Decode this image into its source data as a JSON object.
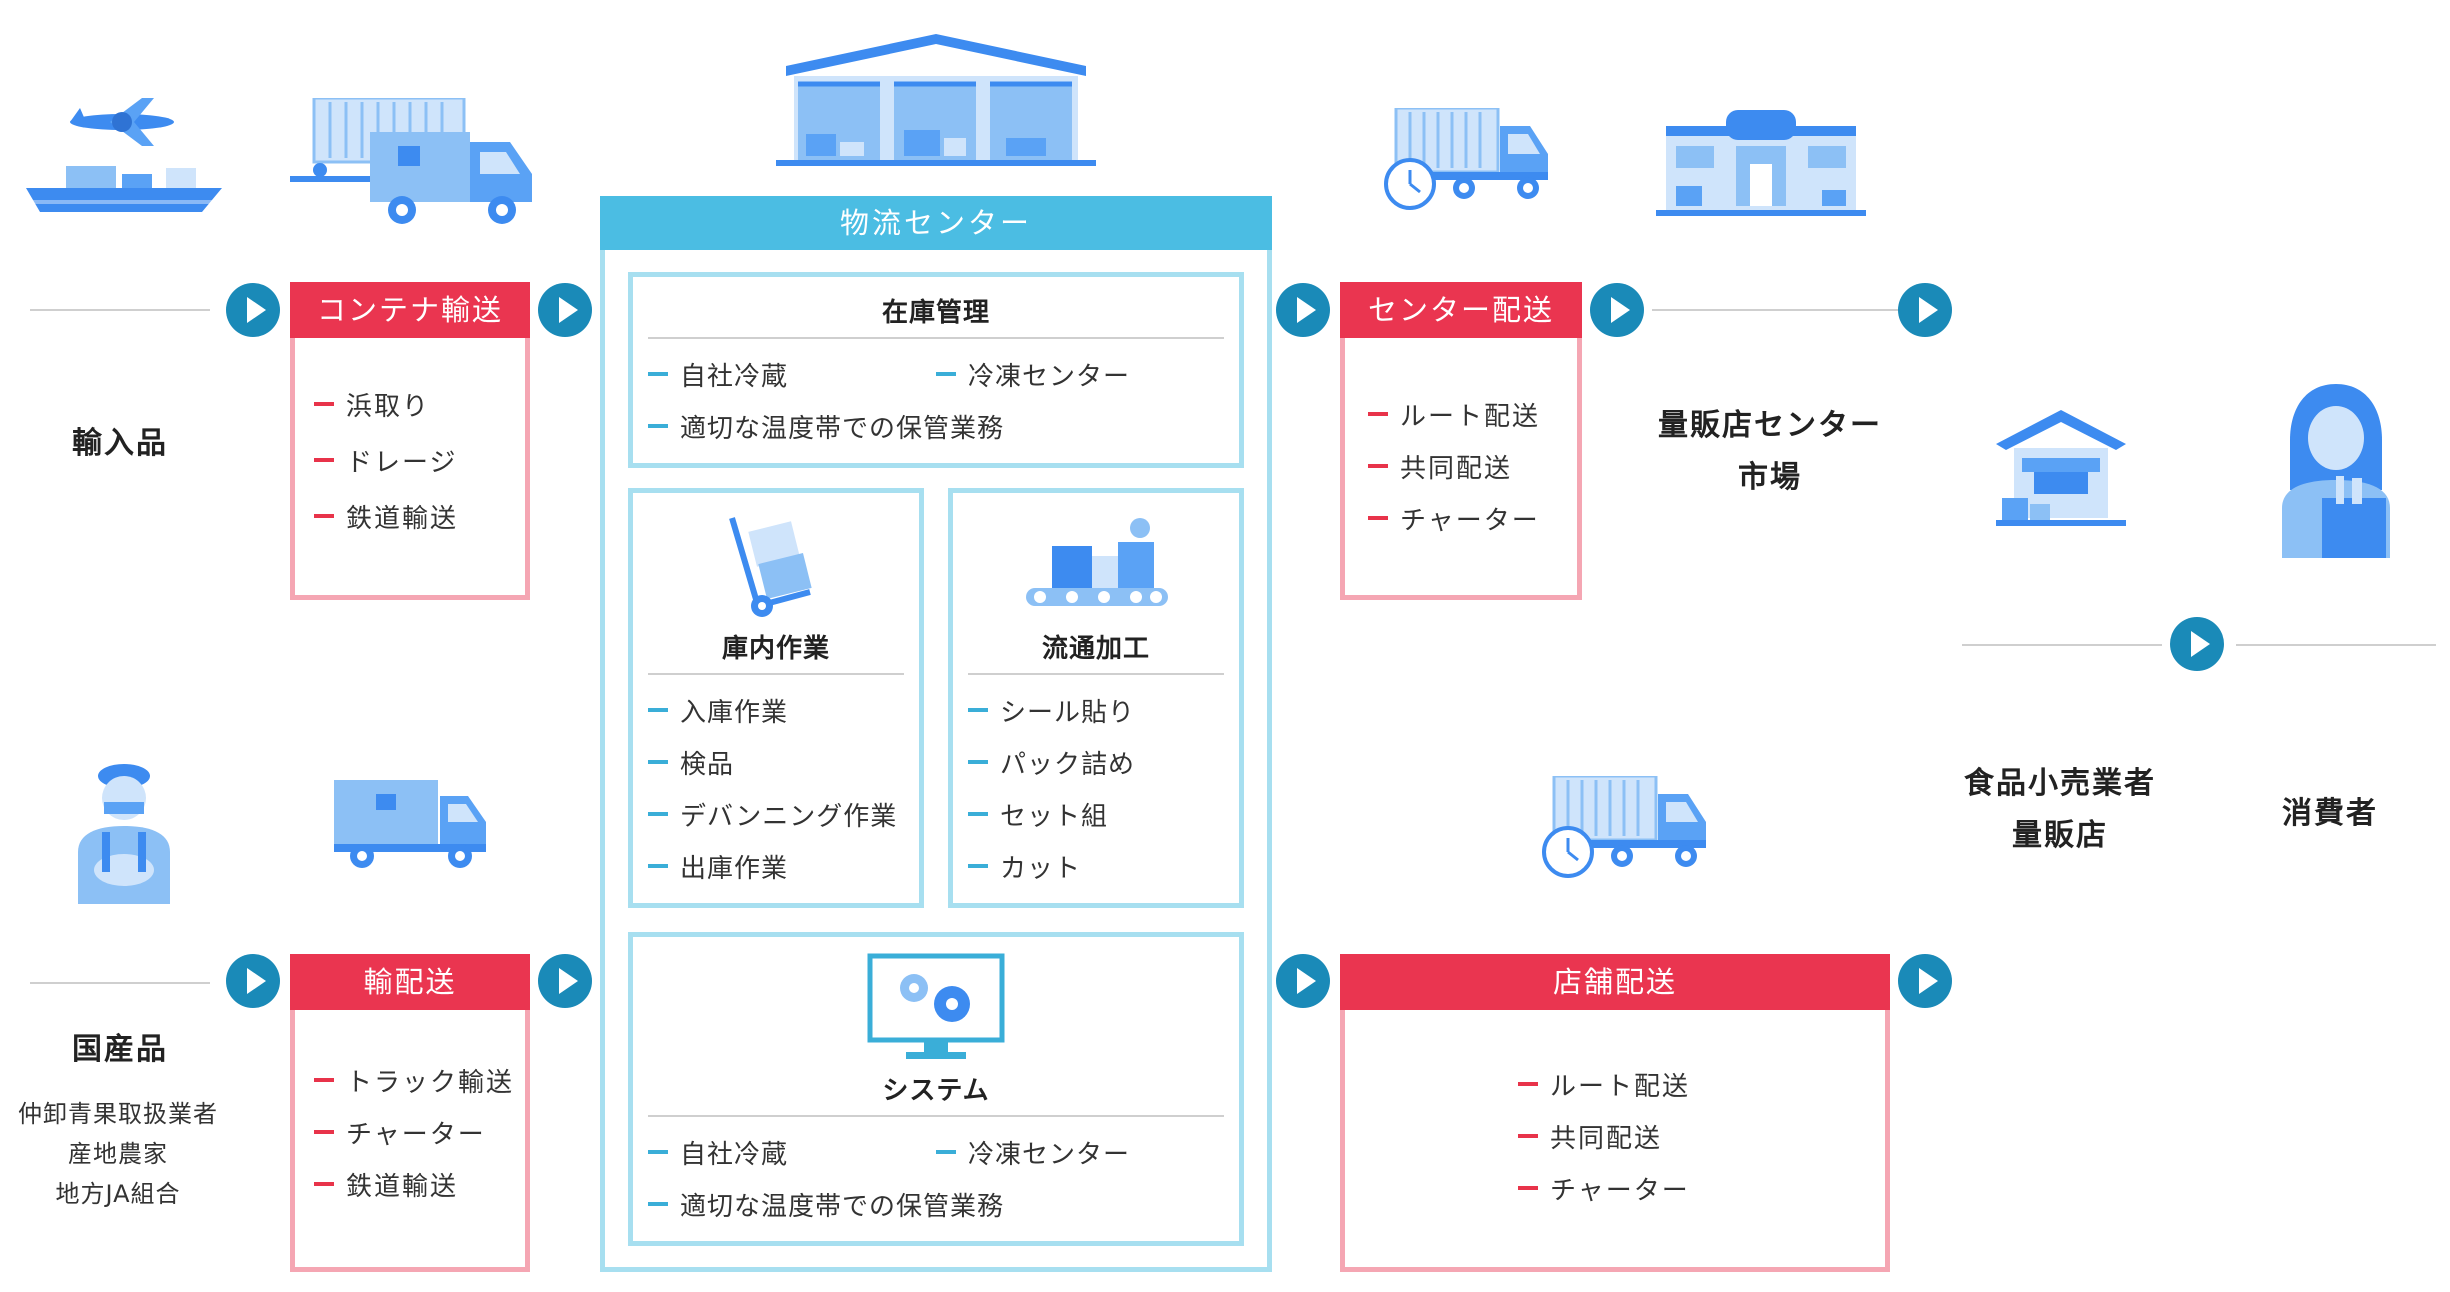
{
  "center": {
    "title": "物流センター",
    "inventory": {
      "title": "在庫管理",
      "items": [
        "自社冷蔵",
        "冷凍センター",
        "適切な温度帯での保管業務"
      ]
    },
    "warehouse_work": {
      "title": "庫内作業",
      "items": [
        "入庫作業",
        "検品",
        "デバンニング作業",
        "出庫作業"
      ]
    },
    "processing": {
      "title": "流通加工",
      "items": [
        "シール貼り",
        "パック詰め",
        "セット組",
        "カット"
      ]
    },
    "system": {
      "title": "システム",
      "items": [
        "自社冷蔵",
        "冷凍センター",
        "適切な温度帯での保管業務"
      ]
    }
  },
  "imports": {
    "label": "輸入品"
  },
  "domestic": {
    "label": "国産品",
    "sources": [
      "仲卸青果取扱業者",
      "産地農家",
      "地方JA組合"
    ]
  },
  "container_transport": {
    "title": "コンテナ輸送",
    "items": [
      "浜取り",
      "ドレージ",
      "鉄道輸送"
    ]
  },
  "transport": {
    "title": "輸配送",
    "items": [
      "トラック輸送",
      "チャーター",
      "鉄道輸送"
    ]
  },
  "center_delivery": {
    "title": "センター配送",
    "items": [
      "ルート配送",
      "共同配送",
      "チャーター"
    ]
  },
  "store_delivery": {
    "title": "店舗配送",
    "items": [
      "ルート配送",
      "共同配送",
      "チャーター"
    ]
  },
  "mass_retail_center": {
    "lines": [
      "量販店センター",
      "市場"
    ]
  },
  "retailers": {
    "lines": [
      "食品小売業者",
      "量販店"
    ]
  },
  "consumer": {
    "label": "消費者"
  },
  "colors": {
    "red": "#ea3550",
    "pink": "#f5a6b3",
    "blue": "#1a8ab8",
    "light_blue": "#a7dff0",
    "center_header": "#4bbde3",
    "icon_blue": "#3d8bf0"
  }
}
